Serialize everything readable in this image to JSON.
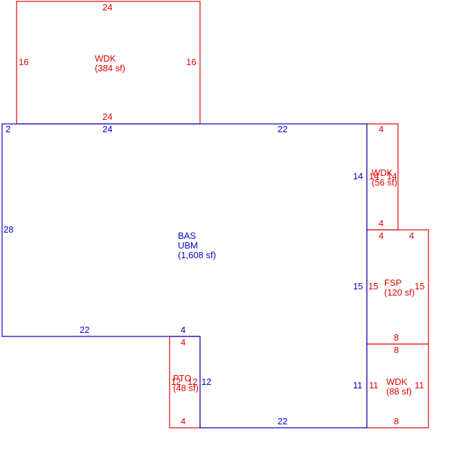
{
  "colors": {
    "red": "#e00000",
    "blue": "#0000c8"
  },
  "areas": {
    "wdk_top": {
      "code": "WDK",
      "area": "(384 sf)",
      "dims": {
        "top": "24",
        "left": "16",
        "right": "16",
        "bottom": "24"
      }
    },
    "bas": {
      "code": "BAS",
      "code2": "UBM",
      "area": "(1,608 sf)",
      "dims": {
        "top_left": "2",
        "top_a": "24",
        "top_b": "22",
        "left": "28",
        "bottom_left": "22",
        "step": "4",
        "right_upper": "14",
        "right_mid": "15",
        "right_lower": "11",
        "pto_side": "12",
        "bottom": "22"
      }
    },
    "wdk_small": {
      "code": "WDK",
      "area": "(56 sf)",
      "dims": {
        "top": "4",
        "left": "14",
        "right": "14",
        "bottom": "4"
      }
    },
    "fsp": {
      "code": "FSP",
      "area": "(120 sf)",
      "dims": {
        "top_a": "4",
        "top_b": "4",
        "left": "15",
        "right": "15",
        "bottom": "8"
      }
    },
    "wdk_bottom": {
      "code": "WDK",
      "area": "(88 sf)",
      "dims": {
        "top": "8",
        "left": "11",
        "right": "11",
        "bottom": "8"
      }
    },
    "pto": {
      "code": "PTO",
      "area": "(48 sf)",
      "dims": {
        "top": "4",
        "left": "12",
        "right": "12",
        "bottom": "4"
      }
    }
  }
}
